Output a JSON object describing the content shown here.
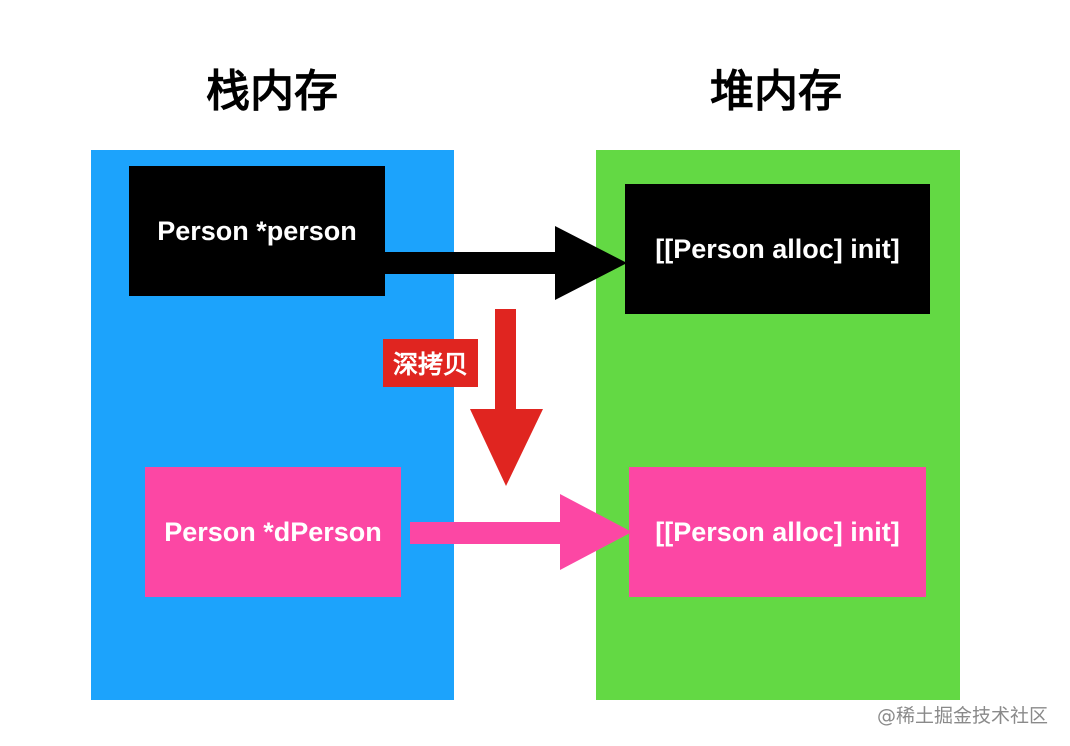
{
  "titles": {
    "stack": "栈内存",
    "heap": "堆内存"
  },
  "stack_memory": {
    "pointer_1": "Person *person",
    "pointer_2": "Person *dPerson"
  },
  "heap_memory": {
    "object_1": "[[Person alloc] init]",
    "object_2": "[[Person alloc] init]"
  },
  "deep_copy_label": "深拷贝",
  "watermark": "@稀土掘金技术社区",
  "colors": {
    "stack_region": "#1ca3fc",
    "heap_region": "#63d944",
    "original_box": "#000000",
    "copy_box": "#fc47a4",
    "deep_copy": "#e02520",
    "text": "#ffffff"
  }
}
